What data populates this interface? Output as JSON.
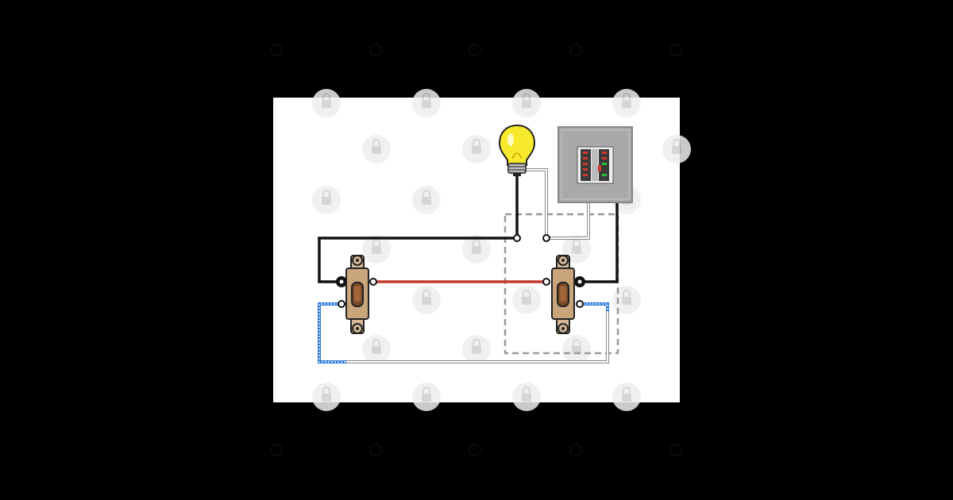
{
  "diagram": {
    "kind": "three-way-switch-wiring",
    "colors": {
      "background": "#000000",
      "panel": "#ffffff",
      "hot_wire": "#111111",
      "neutral_wire": "#ffffff",
      "traveler_red": "#c0392b",
      "traveler_dotted": "#2e7bd6",
      "junction_box_dash": "#9a9a9a",
      "bulb_glass": "#f7ea2c",
      "breaker_panel": "#a9a9a9",
      "switch_body": "#d4b896",
      "switch_toggle": "#7b4a26"
    },
    "components": [
      {
        "name": "light-bulb",
        "icon": "light-bulb-icon"
      },
      {
        "name": "breaker-panel",
        "icon": "breaker-panel-icon"
      },
      {
        "name": "three-way-switch-left",
        "icon": "toggle-switch-icon"
      },
      {
        "name": "three-way-switch-right",
        "icon": "toggle-switch-icon"
      },
      {
        "name": "junction-box",
        "icon": "dashed-box"
      }
    ],
    "watermark": "lock-icon"
  }
}
